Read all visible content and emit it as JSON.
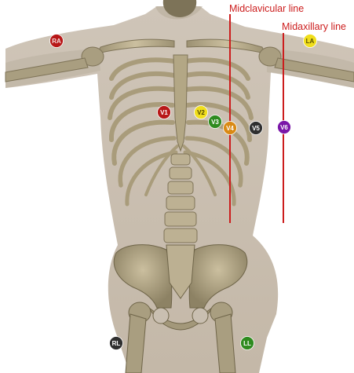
{
  "colors": {
    "background": "#ffffff",
    "skin": "#cbc0b2",
    "skin_shade": "#b3a898",
    "bone": "#b7ab8e",
    "bone_dark": "#7f7458",
    "bone_light": "#d8cdb0",
    "reference_line": "#cc1d1d"
  },
  "reference_lines": [
    {
      "id": "midclavicular",
      "label": "Midclavicular line"
    },
    {
      "id": "midaxillary",
      "label": "Midaxillary line"
    }
  ],
  "electrodes": [
    {
      "id": "ra",
      "label": "RA",
      "color": "#b81818",
      "text_color": "#f5dede"
    },
    {
      "id": "la",
      "label": "LA",
      "color": "#f0de1c",
      "text_color": "#5a5200"
    },
    {
      "id": "v1",
      "label": "V1",
      "color": "#b81818",
      "text_color": "#ffffff"
    },
    {
      "id": "v2",
      "label": "V2",
      "color": "#f0de1c",
      "text_color": "#4d4600"
    },
    {
      "id": "v3",
      "label": "V3",
      "color": "#2e8b1f",
      "text_color": "#ffffff"
    },
    {
      "id": "v4",
      "label": "V4",
      "color": "#d98a14",
      "text_color": "#ffffff"
    },
    {
      "id": "v5",
      "label": "V5",
      "color": "#2f2f2f",
      "text_color": "#ffffff"
    },
    {
      "id": "v6",
      "label": "V6",
      "color": "#7a16a8",
      "text_color": "#ffffff"
    },
    {
      "id": "rl",
      "label": "RL",
      "color": "#2f2f2f",
      "text_color": "#ffffff"
    },
    {
      "id": "ll",
      "label": "LL",
      "color": "#2e8b1f",
      "text_color": "#ffffff"
    }
  ]
}
